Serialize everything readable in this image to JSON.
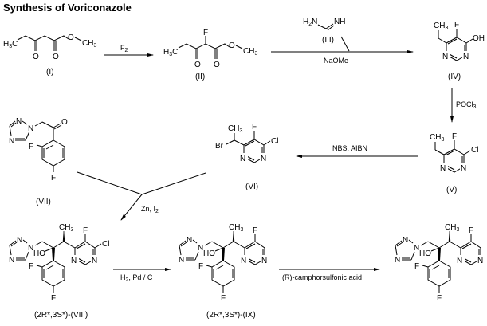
{
  "title": "Synthesis of Voriconazole",
  "compounds": {
    "I": {
      "label": "(I)"
    },
    "II": {
      "label": "(II)"
    },
    "III": {
      "label": "(III)"
    },
    "IV": {
      "label": "(IV)"
    },
    "V": {
      "label": "(V)"
    },
    "VI": {
      "label": "(VI)"
    },
    "VII": {
      "label": "(VII)"
    },
    "VIII": {
      "label": "(2R*,3S*)-(VIII)"
    },
    "IX": {
      "label": "(2R*,3S*)-(IX)"
    },
    "final": {
      "label": ""
    }
  },
  "reagents": {
    "step1": "F",
    "step1_sub": "2",
    "step2": "NaOMe",
    "step3": "POCl",
    "step3_sub": "3",
    "step4": "NBS,  AIBN",
    "step5": "Zn, I",
    "step5_sub": "2",
    "step6": "H",
    "step6_sub": "2",
    "step6_rest": ",  Pd / C",
    "step7": "(R)-camphorsulfonic acid"
  },
  "atoms": {
    "H": "H",
    "C": "C",
    "O": "O",
    "F": "F",
    "N": "N",
    "Cl": "Cl",
    "Br": "Br",
    "OH": "OH",
    "HO": "HO",
    "NH": "NH",
    "CH": "CH",
    "sub3": "3",
    "sub2": "2"
  }
}
